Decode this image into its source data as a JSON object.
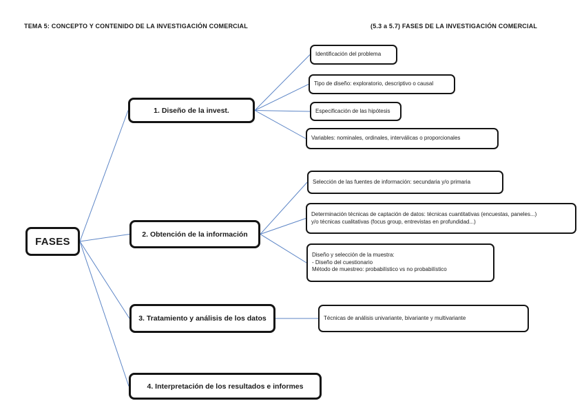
{
  "header": {
    "left_title": "TEMA 5: CONCEPTO Y CONTENIDO DE LA INVESTIGACIÓN COMERCIAL",
    "right_title": "(5.3 a 5.7) FASES DE LA INVESTIGACIÓN COMERCIAL"
  },
  "colors": {
    "connector": "#5c85c6",
    "box_border": "#141414",
    "text": "#1a1a1a",
    "background": "#ffffff"
  },
  "diagram": {
    "root": {
      "id": "fases",
      "label": "FASES"
    },
    "phases": [
      {
        "id": "phase-1",
        "label": "1. Diseño de la invest.",
        "children": [
          {
            "id": "sub-1-1",
            "label": "Identificación del problema"
          },
          {
            "id": "sub-1-2",
            "label": "Tipo de diseño: exploratorio, descriptivo o causal"
          },
          {
            "id": "sub-1-3",
            "label": "Especificación de las hipótesis"
          },
          {
            "id": "sub-1-4",
            "label": "Variables: nominales, ordinales, interválicas o proporcionales"
          }
        ]
      },
      {
        "id": "phase-2",
        "label": "2. Obtención de la información",
        "children": [
          {
            "id": "sub-2-1",
            "label": "Selección de las fuentes de información: secundaria y/o primaria"
          },
          {
            "id": "sub-2-2",
            "label": [
              "Determinación técnicas de captación de datos: técnicas cuantitativas (encuestas, paneles...)",
              "y/o técnicas cualitativas (focus group, entrevistas en profundidad...)"
            ]
          },
          {
            "id": "sub-2-3",
            "label": [
              "Diseño y selección de la muestra:",
              "- Diseño del cuestionario",
              "Método de muestreo: probabilístico vs no probabilístico"
            ]
          }
        ]
      },
      {
        "id": "phase-3",
        "label": "3. Tratamiento y análisis de los datos",
        "children": [
          {
            "id": "sub-3-1",
            "label": "Técnicas de análisis univariante, bivariante y multivariante"
          }
        ]
      },
      {
        "id": "phase-4",
        "label": "4. Interpretación de los resultados e informes",
        "children": []
      }
    ],
    "edges": [
      {
        "from": "fases",
        "to": "phase-1"
      },
      {
        "from": "fases",
        "to": "phase-2"
      },
      {
        "from": "fases",
        "to": "phase-3"
      },
      {
        "from": "fases",
        "to": "phase-4"
      },
      {
        "from": "phase-1",
        "to": "sub-1-1"
      },
      {
        "from": "phase-1",
        "to": "sub-1-2"
      },
      {
        "from": "phase-1",
        "to": "sub-1-3"
      },
      {
        "from": "phase-1",
        "to": "sub-1-4"
      },
      {
        "from": "phase-2",
        "to": "sub-2-1"
      },
      {
        "from": "phase-2",
        "to": "sub-2-2"
      },
      {
        "from": "phase-2",
        "to": "sub-2-3"
      },
      {
        "from": "phase-3",
        "to": "sub-3-1"
      }
    ]
  }
}
